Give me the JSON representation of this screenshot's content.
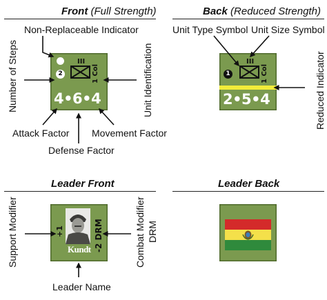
{
  "sections": {
    "front": {
      "title_bold": "Front",
      "title_rest": " (Full Strength)"
    },
    "back": {
      "title_bold": "Back",
      "title_rest": " (Reduced Strength)"
    },
    "leader_front": {
      "title_bold": "Leader Front"
    },
    "leader_back": {
      "title_bold": "Leader Back"
    }
  },
  "labels": {
    "non_replaceable": "Non-Replaceable Indicator",
    "number_of_steps": "Number of Steps",
    "unit_identification": "Unit Identification",
    "attack_factor": "Attack Factor",
    "defense_factor": "Defense Factor",
    "movement_factor": "Movement Factor",
    "unit_type_symbol": "Unit Type Symbol",
    "unit_size_symbol": "Unit Size Symbol",
    "reduced_indicator": "Reduced Indicator",
    "support_modifier": "Support Modifier",
    "combat_modifier": "Combat Modifier",
    "drm": "DRM",
    "leader_name": "Leader Name"
  },
  "counters": {
    "front": {
      "steps": "2",
      "size": "III",
      "unit_id": "1 Col",
      "factors": "4•6•4"
    },
    "back": {
      "steps": "1",
      "size": "III",
      "unit_id": "1 Col",
      "factors": "2•5•4"
    },
    "leader_front": {
      "support": "+1",
      "combat": "-2 DRM",
      "name": "Kundt"
    }
  },
  "colors": {
    "counter_green": "#7b9a4f",
    "reduced_stripe": "#f2ec3a",
    "flag_red": "#d42a2a",
    "flag_yellow": "#f4e04a",
    "flag_green": "#2f8a3c"
  }
}
